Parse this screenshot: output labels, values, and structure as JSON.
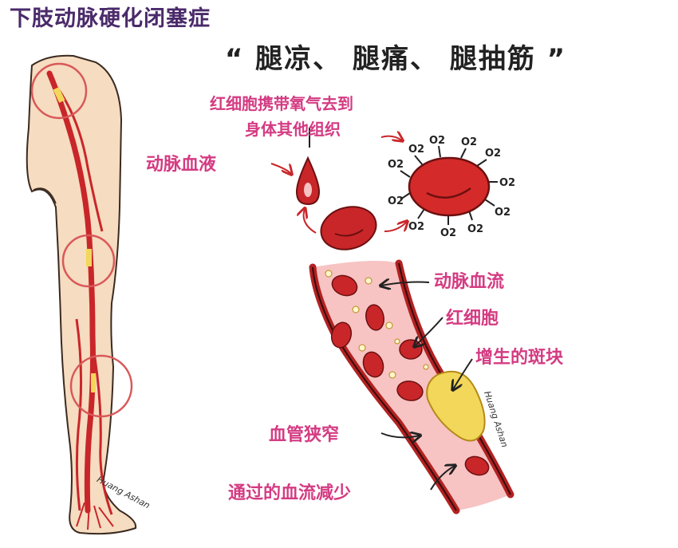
{
  "title": "下肢动脉硬化闭塞症",
  "subtitle": "“ 腿凉、 腿痛、 腿抽筋 ”",
  "labels": {
    "rbc_carry_line1": "红细胞携带氧气去到",
    "rbc_carry_line2": "身体其他组织",
    "arterial_blood": "动脉血液",
    "arterial_flow": "动脉血流",
    "red_blood_cells": "红细胞",
    "plaque": "增生的斑块",
    "vessel_narrowing": "血管狭窄",
    "reduced_flow": "通过的血流减少"
  },
  "oxygen_symbol": "O2",
  "signature": "Huang Ashan",
  "colors": {
    "title": "#4a2a6a",
    "label_pink": "#d43b82",
    "artery_red": "#c9262a",
    "vessel_fill": "#f7c3c3",
    "plaque_yellow": "#f2d75a",
    "skin": "#f6dcc0",
    "circle": "#d9585a"
  }
}
